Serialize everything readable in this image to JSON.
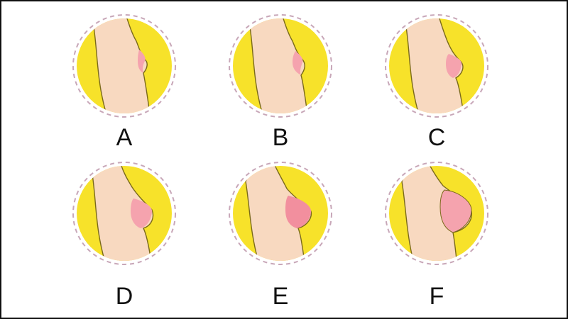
{
  "colors": {
    "background_fill": "#f7e22a",
    "skin": "#f8d9c0",
    "breast": "#f5a3ae",
    "outline": "#7a6a1a",
    "dashed_ring": "#c8a7b8"
  },
  "items": [
    {
      "label": "A",
      "size": 1
    },
    {
      "label": "B",
      "size": 2
    },
    {
      "label": "C",
      "size": 3
    },
    {
      "label": "D",
      "size": 4
    },
    {
      "label": "E",
      "size": 5
    },
    {
      "label": "F",
      "size": 6
    }
  ]
}
